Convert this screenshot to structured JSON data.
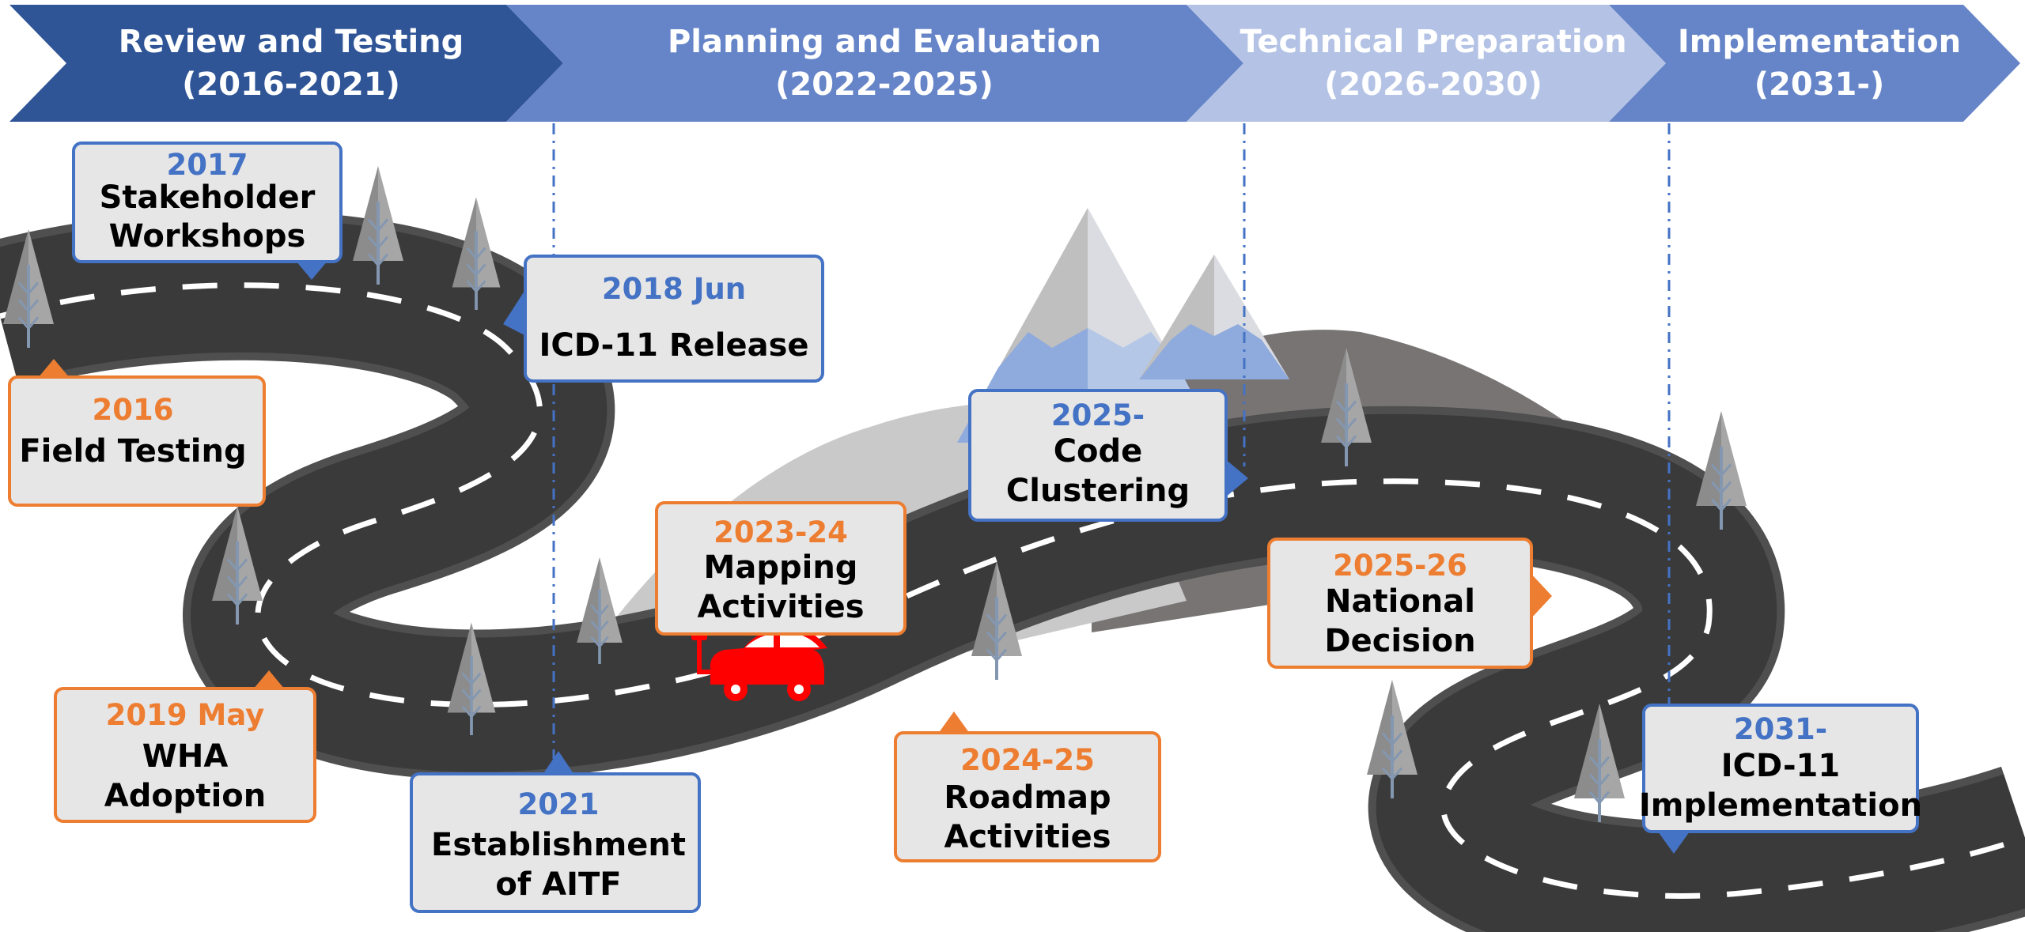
{
  "colors": {
    "phase_dark": "#2F5597",
    "phase_mid": "#6685C8",
    "phase_light": "#B4C3E5",
    "blue_accent": "#4472C4",
    "orange_accent": "#ED7D31",
    "card_fill": "#E7E6E6",
    "road": "#3A3A3A",
    "road_edge": "#555555",
    "car": "#FF0000"
  },
  "phases": [
    {
      "name": "Review and Testing",
      "years": "(2016-2021)"
    },
    {
      "name": "Planning and Evaluation",
      "years": "(2022-2025)"
    },
    {
      "name": "Technical Preparation",
      "years": "(2026-2030)"
    },
    {
      "name": "Implementation",
      "years": "(2031-)"
    }
  ],
  "milestones": [
    {
      "date": "2017",
      "label_1": "Stakeholder",
      "label_2": "Workshops",
      "accent": "blue"
    },
    {
      "date": "2018 Jun",
      "label_1": "ICD-11 Release",
      "label_2": "",
      "accent": "blue"
    },
    {
      "date": "2016",
      "label_1": "Field Testing",
      "label_2": "",
      "accent": "orange"
    },
    {
      "date": "2023-24",
      "label_1": "Mapping",
      "label_2": "Activities",
      "accent": "orange"
    },
    {
      "date": "2025-",
      "label_1": "Code",
      "label_2": "Clustering",
      "accent": "blue"
    },
    {
      "date": "2025-26",
      "label_1": "National",
      "label_2": "Decision",
      "accent": "orange"
    },
    {
      "date": "2019 May",
      "label_1": "WHA",
      "label_2": "Adoption",
      "accent": "orange"
    },
    {
      "date": "2021",
      "label_1": "Establishment",
      "label_2": "of AITF",
      "accent": "blue"
    },
    {
      "date": "2024-25",
      "label_1": "Roadmap",
      "label_2": "Activities",
      "accent": "orange"
    },
    {
      "date": "2031-",
      "label_1": "ICD-11",
      "label_2": "Implementation",
      "accent": "blue"
    }
  ]
}
